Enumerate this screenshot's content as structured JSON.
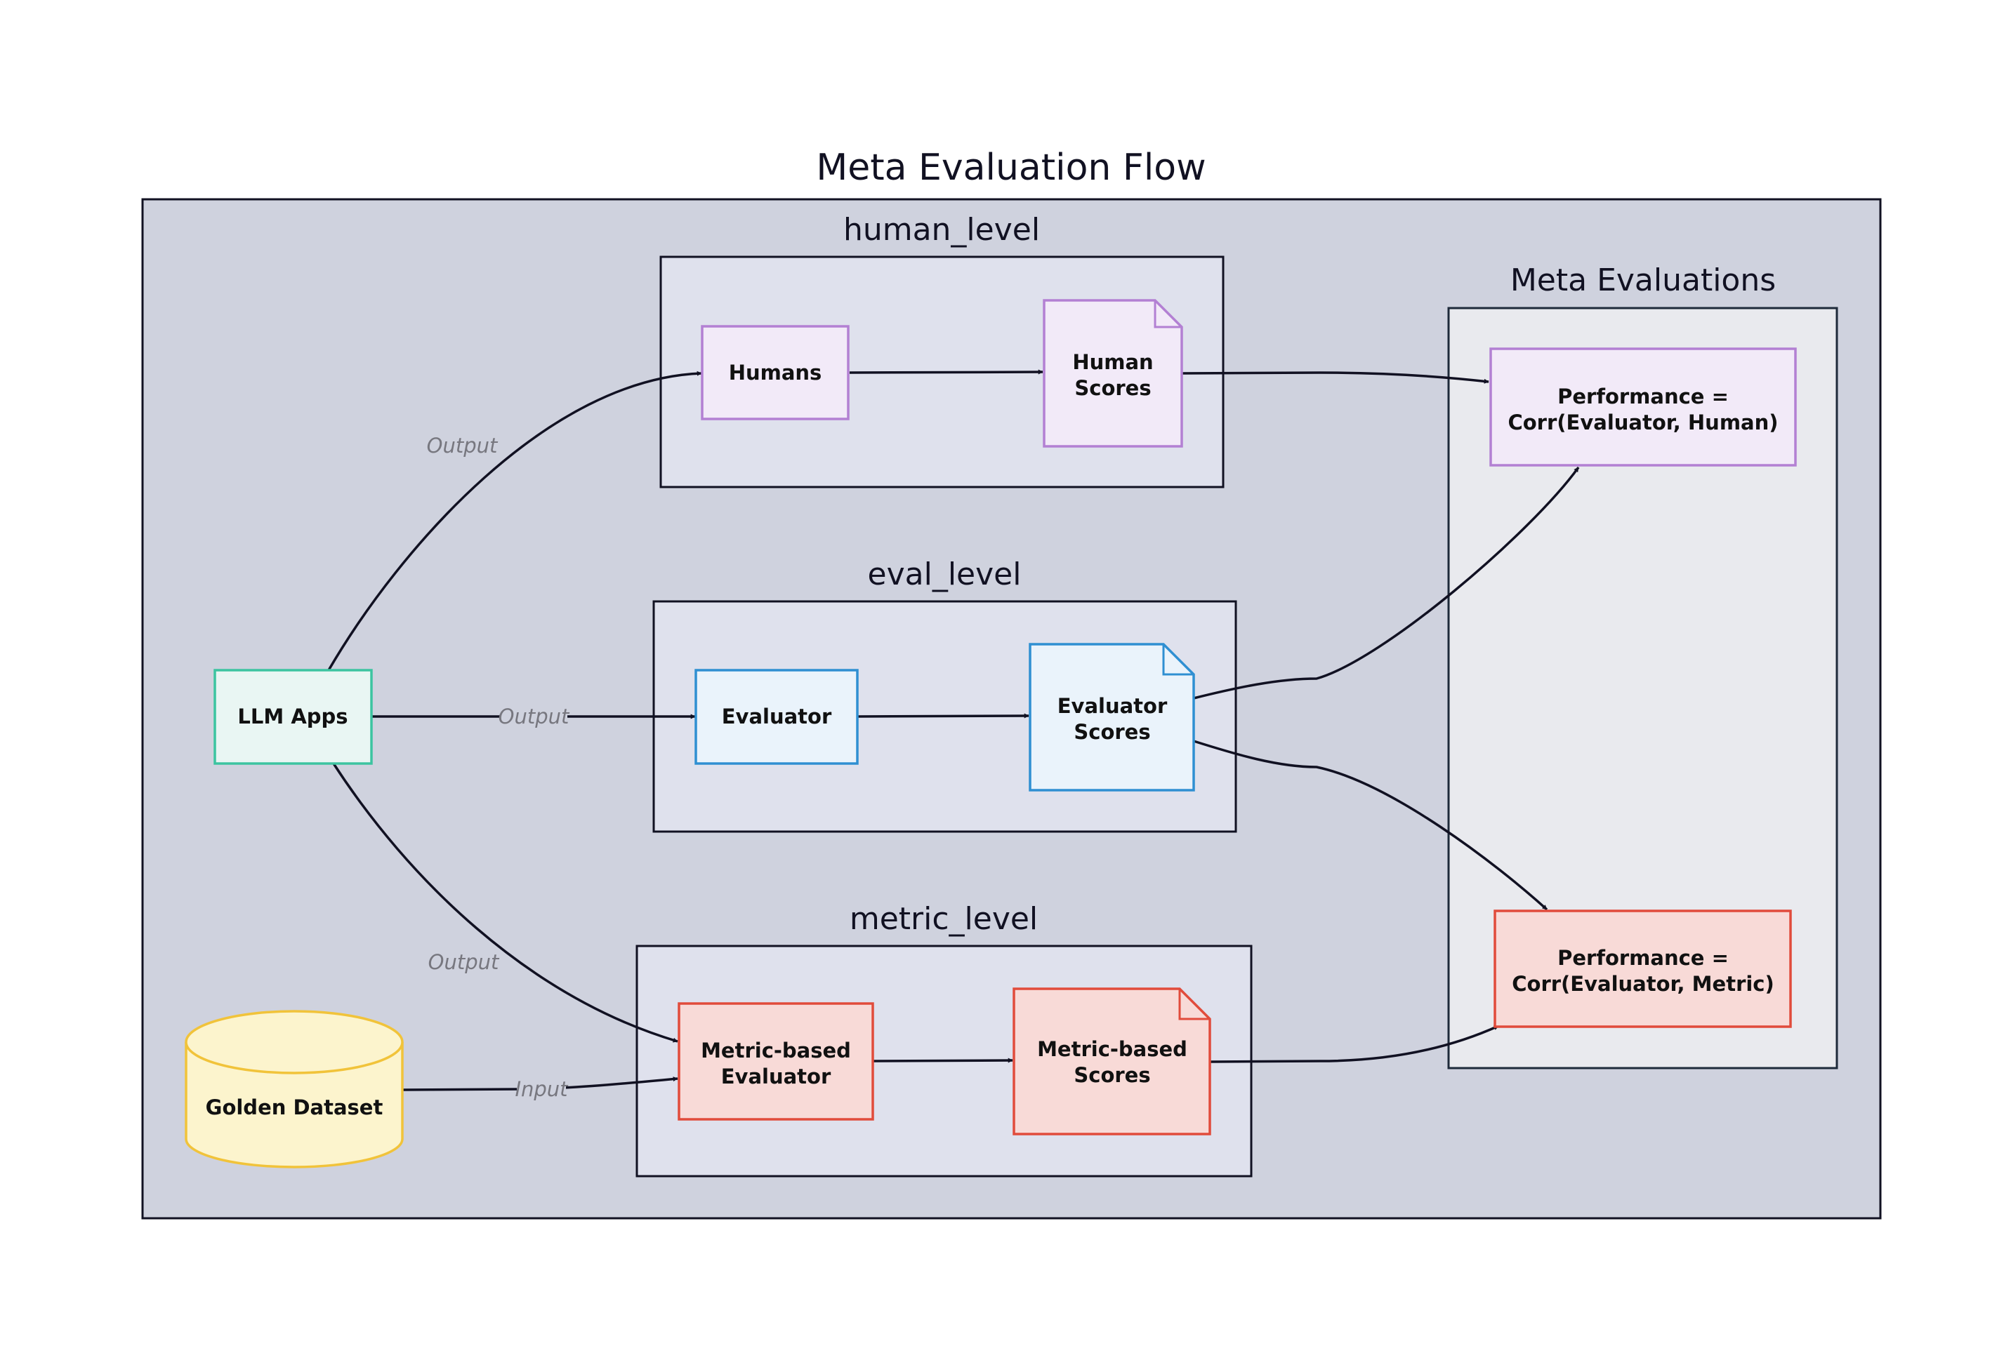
{
  "diagram": {
    "title": "Meta Evaluation Flow",
    "clusters": {
      "human_level": "human_level",
      "eval_level": "eval_level",
      "metric_level": "metric_level",
      "meta_evaluations": "Meta Evaluations"
    },
    "nodes": {
      "llm_apps": [
        "LLM Apps"
      ],
      "golden_dataset": [
        "Golden Dataset"
      ],
      "humans": [
        "Humans"
      ],
      "human_scores": [
        "Human",
        "Scores"
      ],
      "evaluator": [
        "Evaluator"
      ],
      "evaluator_scores": [
        "Evaluator",
        "Scores"
      ],
      "metric_evaluator": [
        "Metric-based",
        "Evaluator"
      ],
      "metric_scores": [
        "Metric-based",
        "Scores"
      ],
      "perf_human": [
        "Performance =",
        "Corr(Evaluator, Human)"
      ],
      "perf_metric": [
        "Performance =",
        "Corr(Evaluator, Metric)"
      ]
    },
    "edge_labels": {
      "llm_to_humans": "Output",
      "llm_to_evaluator": "Output",
      "llm_to_metric": "Output",
      "golden_to_metric": "Input"
    },
    "colors": {
      "outer_bg": "#cfd2de",
      "cluster_bg": "#dfe1ed",
      "meta_bg": "#e9eaee",
      "edge": "#111122",
      "llm_stroke": "#3cc4a0",
      "llm_fill": "#e9f6f3",
      "golden_stroke": "#f1c33a",
      "golden_fill": "#fcf4cd",
      "human_stroke": "#b380d3",
      "human_fill": "#f2eaf8",
      "eval_stroke": "#2f8fd2",
      "eval_fill": "#eaf3fb",
      "metric_stroke": "#e14b3b",
      "metric_fill": "#f8dad7"
    }
  }
}
